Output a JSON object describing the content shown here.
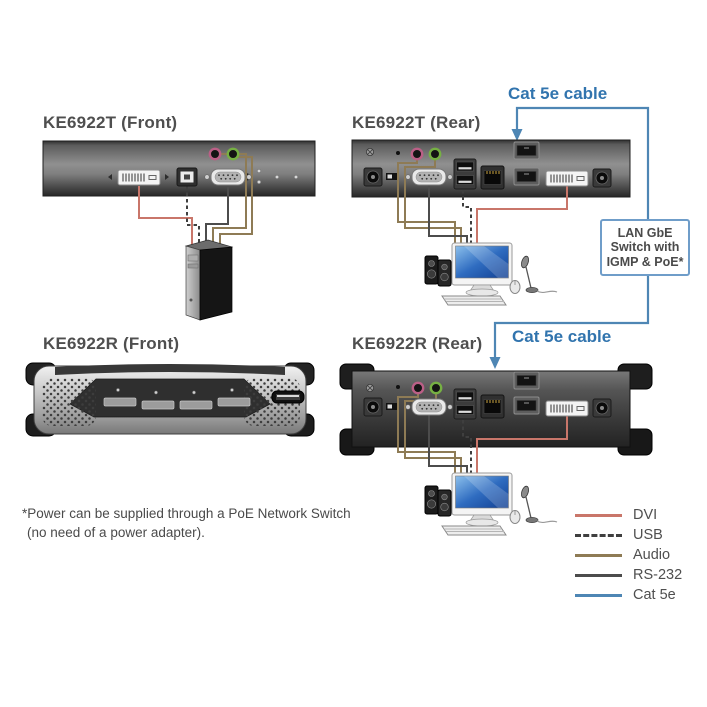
{
  "devices": {
    "t_front": {
      "title": "KE6922T (Front)"
    },
    "t_rear": {
      "title": "KE6922T (Rear)"
    },
    "r_front": {
      "title": "KE6922R (Front)"
    },
    "r_rear": {
      "title": "KE6922R (Rear)"
    }
  },
  "cables": {
    "cat5e_top_label": "Cat 5e cable",
    "cat5e_bottom_label": "Cat 5e cable"
  },
  "lan_switch_box": {
    "line1": "LAN GbE",
    "line2": "Switch with",
    "line3": "IGMP & PoE*"
  },
  "footnote": {
    "line1": "*Power can be supplied through a PoE Network Switch",
    "line2": "(no need of a power adapter)."
  },
  "legend": {
    "items": [
      {
        "label": "DVI",
        "color": "#c9766a",
        "dashed": false
      },
      {
        "label": "USB",
        "color": "#3f3f3f",
        "dashed": true
      },
      {
        "label": "Audio",
        "color": "#8e7b55",
        "dashed": false
      },
      {
        "label": "RS-232",
        "color": "#4c4c4c",
        "dashed": false
      },
      {
        "label": "Cat 5e",
        "color": "#4e86b4",
        "dashed": false
      }
    ]
  },
  "colors": {
    "dvi": "#c9766a",
    "usb": "#3f3f3f",
    "audio": "#8e7b55",
    "rs232": "#4c4c4c",
    "cat5e": "#4e86b4",
    "label_blue": "#3174ae",
    "box_border": "#6f9dc9",
    "title_gray": "#4f4f4f"
  }
}
